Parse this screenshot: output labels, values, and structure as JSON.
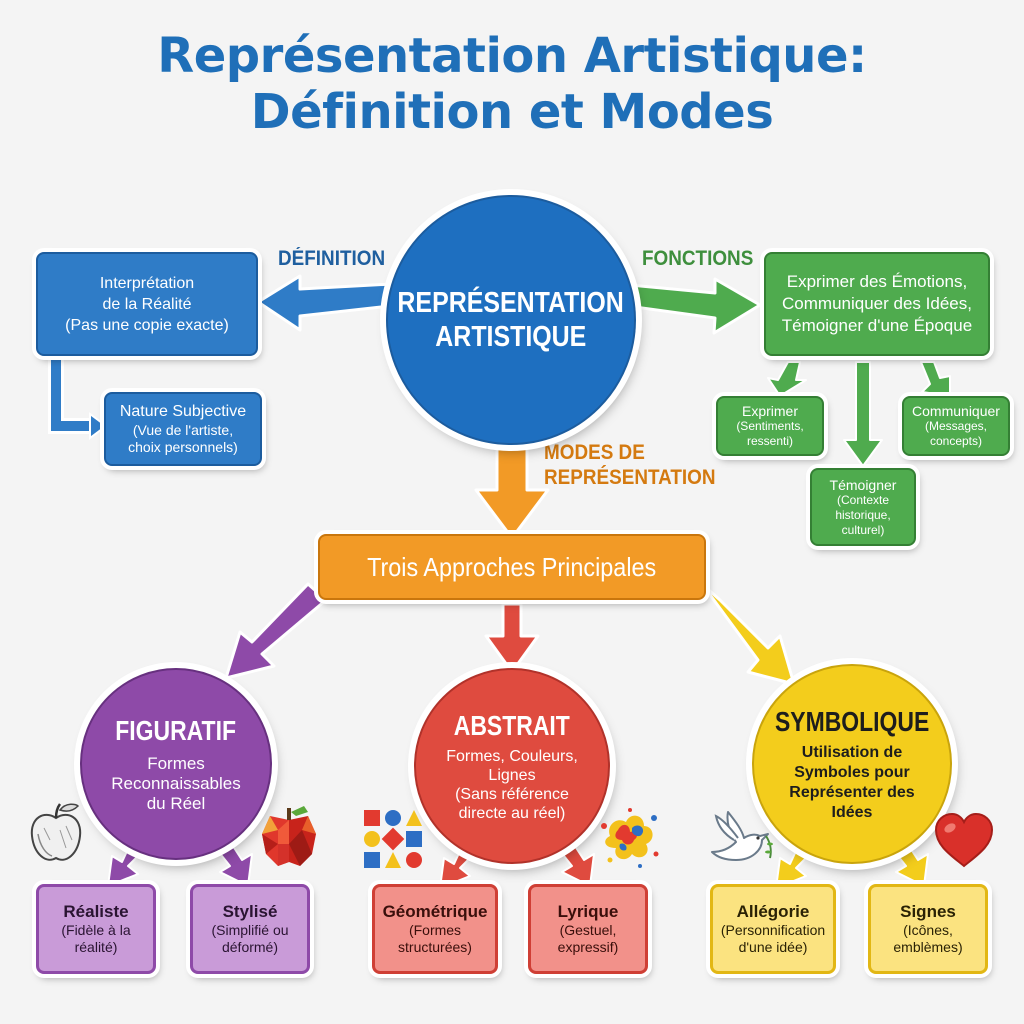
{
  "title": {
    "line1": "Représentation Artistique:",
    "line2": "Définition et Modes"
  },
  "center": {
    "line1": "REPRÉSENTATION",
    "line2": "ARTISTIQUE"
  },
  "labels": {
    "definition": "DÉFINITION",
    "fonctions": "FONCTIONS",
    "modes_line1": "MODES DE",
    "modes_line2": "REPRÉSENTATION"
  },
  "definition": {
    "main": [
      "Interprétation",
      "de la Réalité",
      "(Pas une copie exacte)"
    ],
    "sub": [
      "Nature Subjective",
      "(Vue de l'artiste,",
      "choix personnels)"
    ]
  },
  "fonctions": {
    "main": [
      "Exprimer des Émotions,",
      "Communiquer des Idées,",
      "Témoigner d'une Époque"
    ],
    "exprimer": [
      "Exprimer",
      "(Sentiments,",
      "ressenti)"
    ],
    "communiquer": [
      "Communiquer",
      "(Messages,",
      "concepts)"
    ],
    "temoigner": [
      "Témoigner",
      "(Contexte",
      "historique,",
      "culturel)"
    ]
  },
  "approches": "Trois Approches Principales",
  "figuratif": {
    "title": "FIGURATIF",
    "desc": [
      "Formes",
      "Reconnaissables",
      "du Réel"
    ],
    "realiste": [
      "Réaliste",
      "(Fidèle à la",
      "réalité)"
    ],
    "stylise": [
      "Stylisé",
      "(Simplifié ou",
      "déformé)"
    ]
  },
  "abstrait": {
    "title": "ABSTRAIT",
    "desc": [
      "Formes, Couleurs,",
      "Lignes",
      "(Sans référence",
      "directe au réel)"
    ],
    "geometrique": [
      "Géométrique",
      "(Formes",
      "structurées)"
    ],
    "lyrique": [
      "Lyrique",
      "(Gestuel,",
      "expressif)"
    ]
  },
  "symbolique": {
    "title": "SYMBOLIQUE",
    "desc": [
      "Utilisation de",
      "Symboles pour",
      "Représenter des",
      "Idées"
    ],
    "allegorie": [
      "Allégorie",
      "(Personnification",
      "d'une idée)"
    ],
    "signes": [
      "Signes",
      "(Icônes,",
      "emblèmes)"
    ]
  },
  "icons": {
    "apple_sketch": "apple-sketch-icon",
    "apple_lowpoly": "apple-lowpoly-icon",
    "shapes": "geometric-shapes-icon",
    "splash": "paint-splash-icon",
    "dove": "dove-icon",
    "heart": "heart-icon"
  },
  "colors": {
    "title": "#1f6fb8",
    "blue": "#2f7cc7",
    "green": "#4fab4e",
    "orange": "#f29a26",
    "purple": "#8e4aa8",
    "red": "#df4b3f",
    "yellow": "#f3cd1c"
  }
}
